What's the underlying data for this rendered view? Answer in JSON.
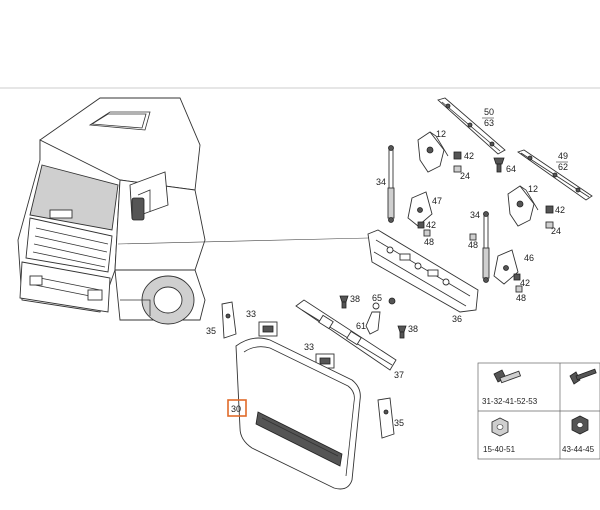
{
  "diagram": {
    "highlight_color": "#e06a2a",
    "labels": {
      "p50_63": [
        "50",
        "63"
      ],
      "p49_62": [
        "49",
        "62"
      ],
      "p12a": "12",
      "p12b": "12",
      "p42a": "42",
      "p42b": "42",
      "p42c": "42",
      "p24a": "24",
      "p24b": "24",
      "p64": "64",
      "p34a": "34",
      "p34b": "34",
      "p47": "47",
      "p48a": "48",
      "p48b": "48",
      "p48c": "48",
      "p46": "46",
      "p36": "36",
      "p38a": "38",
      "p38b": "38",
      "p65": "65",
      "p61": "61",
      "p37": "37",
      "p33a": "33",
      "p33b": "33",
      "p35a": "35",
      "p35b": "35",
      "p30": "30"
    },
    "legend": {
      "cell1": "31-32-41-52-53",
      "cell2": "15-40-51",
      "cell3": "43-44-45"
    }
  }
}
